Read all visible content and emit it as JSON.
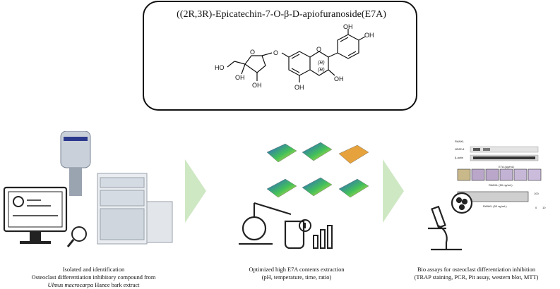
{
  "compound": {
    "title": "((2R,3R)-Epicatechin-7-O-β-D-apiofuranoside(E7A)",
    "atoms": {
      "oh": "OH",
      "ho": "HO",
      "o": "O",
      "r1": "(R)",
      "r2": "(R)"
    }
  },
  "panels": [
    {
      "caption_line1": "Isolated and identification",
      "caption_line2": "Osteoclast differentiation inhibitory compound from",
      "caption_line3_italic": "Ulmus macrocarpa",
      "caption_line3_rest": " Hance bark extract"
    },
    {
      "caption_line1": "Optimized high E7A contents extraction",
      "caption_line2": "(pH, temperature, time, ratio)"
    },
    {
      "caption_line1": "Bio assays for osteoclast differentiation inhibition",
      "caption_line2": "(TRAP staining, PCR, Pit assay, western blot, MTT)"
    }
  ],
  "bioassay_labels": {
    "rankl": "RANKL",
    "nfatc1": "NFATc1",
    "actin": "β-actin",
    "e7a_row": "E7A (μg/mL)",
    "rankl_conc": "RANKL (50 ng/mL)",
    "axis_100": "100",
    "axis_0": "0",
    "axis_10": "10"
  },
  "colors": {
    "arrow_green": "#cfe8c4",
    "surface_blue": "#2a5bd7",
    "surface_green": "#43c05a",
    "surface_yellow": "#f2e23b",
    "line_icon": "#222222"
  }
}
